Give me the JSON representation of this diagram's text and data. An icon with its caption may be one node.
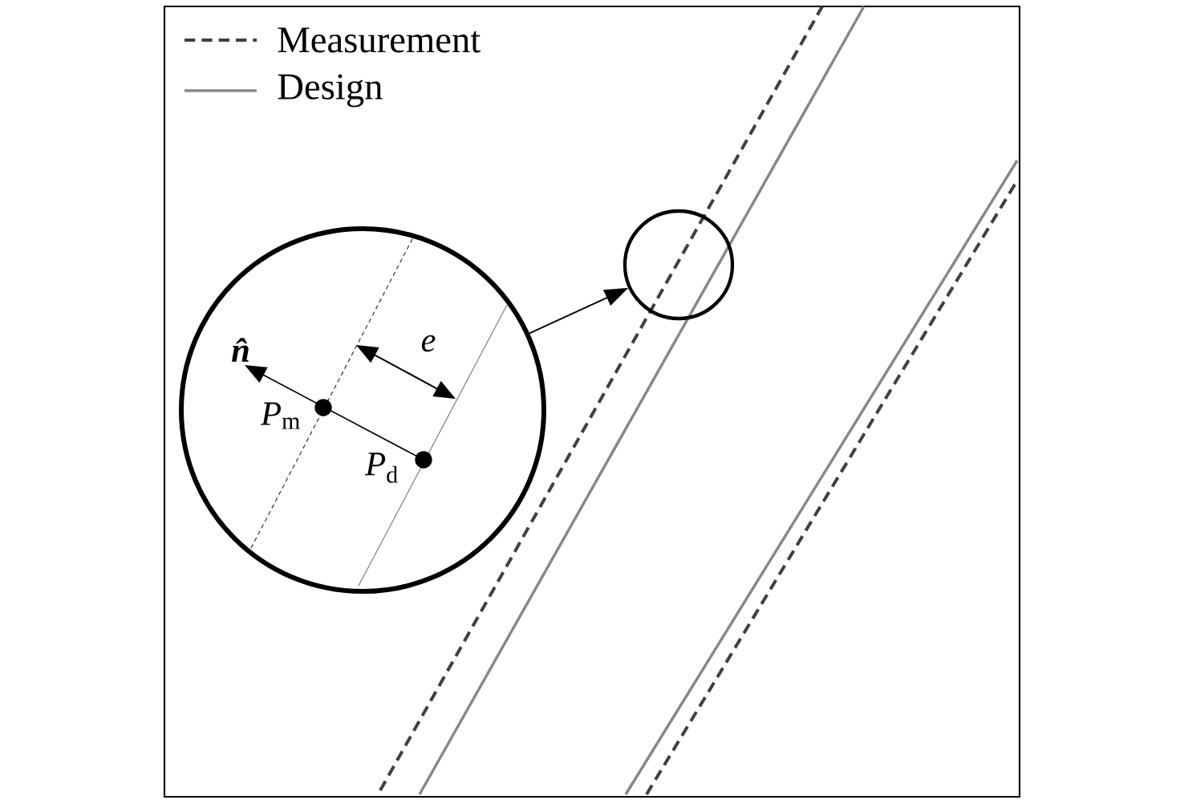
{
  "diagram": {
    "nodes": [
      {
        "text": [],
        "shape": "circle"
      },
      {
        "text": [],
        "shape": "circle"
      }
    ],
    "edges": [
      {
        "from": 0,
        "to": 1,
        "arrow": "to"
      }
    ],
    "labels": [
      "n̂",
      "e",
      "*P*$_{m}$",
      "*P*$_{d}$"
    ],
    "legend": [
      {
        "text": "Measurement"
      },
      {
        "text": "Design"
      }
    ]
  }
}
